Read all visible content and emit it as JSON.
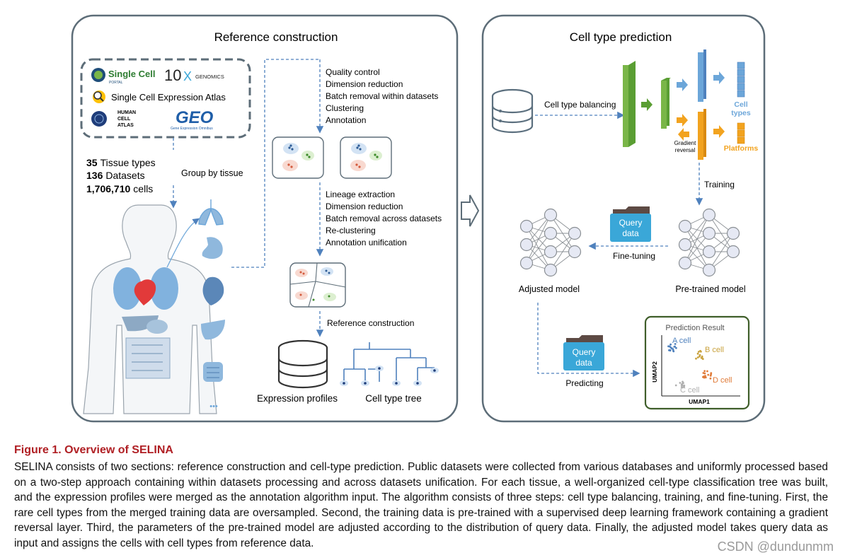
{
  "left_panel": {
    "title": "Reference construction",
    "sources": {
      "sc_portal_main": "Single Cell",
      "sc_portal_sub": "PORTAL",
      "tenx_num": "10",
      "tenx_x": "X",
      "tenx_genomics": "GENOMICS",
      "expression_atlas": "Single Cell Expression Atlas",
      "hca_l1": "HUMAN",
      "hca_l2": "CELL",
      "hca_l3": "ATLAS",
      "geo_logo": "GEO",
      "geo_sub": "Gene Expression Omnibus"
    },
    "stats": [
      {
        "num": "35",
        "label": "Tissue types"
      },
      {
        "num": "136",
        "label": "Datasets"
      },
      {
        "num": "1,706,710",
        "label": "cells"
      }
    ],
    "group_by_tissue": "Group by tissue",
    "ellipsis": "•••",
    "steps_within": [
      "Quality control",
      "Dimension reduction",
      "Batch removal within datasets",
      "Clustering",
      "Annotation"
    ],
    "steps_across": [
      "Lineage extraction",
      "Dimension reduction",
      "Batch removal across datasets",
      "Re-clustering",
      "Annotation unification"
    ],
    "reference_step": "Reference construction",
    "expression_profiles": "Expression profiles",
    "cell_type_tree": "Cell type tree"
  },
  "right_panel": {
    "title": "Cell type prediction",
    "cell_type_balancing": "Cell type balancing",
    "cell_types_l1": "Cell",
    "cell_types_l2": "types",
    "platforms": "Platforms",
    "gradient_l1": "Gradient",
    "gradient_l2": "reversal",
    "training": "Training",
    "query_l1": "Query",
    "query_l2": "data",
    "fine_tuning": "Fine-tuning",
    "adjusted_model": "Adjusted model",
    "pretrained_model": "Pre-trained model",
    "predicting": "Predicting",
    "result": {
      "title": "Prediction Result",
      "ylabel": "UMAP2",
      "xlabel": "UMAP1",
      "clusters": [
        "A cell",
        "B cell",
        "C cell",
        "D cell"
      ]
    }
  },
  "colors": {
    "panel_border": "#5d6d78",
    "arrow": "#4f81bd",
    "green": "#7ab648",
    "blue_bar": "#6ca6d9",
    "orange": "#f2a31f",
    "result_border": "#3f5e2a",
    "caption_title": "#b01f24"
  },
  "caption": {
    "title": "Figure 1.  Overview of SELINA",
    "body": "SELINA consists of two sections: reference construction and cell-type prediction. Public datasets were collected from various databases and uniformly processed based on a two-step approach containing within datasets processing and across datasets unification. For each tissue, a well-organized cell-type classification tree was built, and the expression profiles were merged as the annotation algorithm input. The algorithm consists of three steps: cell type balancing, training, and fine-tuning. First, the rare cell types from the merged training data are oversampled. Second, the training data is pre-trained with a supervised deep learning framework containing a gradient reversal layer. Third, the parameters of the pre-trained model are adjusted according to the distribution of query data. Finally, the adjusted model takes query data as input and assigns the cells with cell types from reference data."
  },
  "watermark": "CSDN @dundunmm"
}
